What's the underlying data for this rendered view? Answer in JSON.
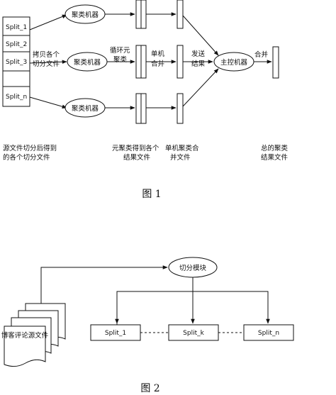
{
  "figure1": {
    "splits": [
      "Split_1",
      "Split_2",
      "Split_3",
      "Split_n"
    ],
    "copy_label_1": "拷贝各个",
    "copy_label_2": "切分文件",
    "cluster_machine": "聚类机器",
    "loop_label_1": "循环元",
    "loop_label_2": "聚类",
    "single_merge_1": "单机",
    "single_merge_2": "合并",
    "send_result_1": "发送",
    "send_result_2": "结果",
    "master_machine": "主控机器",
    "merge_label": "合并",
    "note_source_1": "源文件切分后得到",
    "note_source_2": "的各个切分文件",
    "note_meta_1": "元聚类得到各个",
    "note_meta_2": "结果文件",
    "note_single_1": "单机聚类合",
    "note_single_2": "并文件",
    "note_total_1": "总的聚类",
    "note_total_2": "结果文件",
    "caption": "图 1"
  },
  "figure2": {
    "split_module": "切分模块",
    "source_doc": "博客评论源文件",
    "split_1": "Split_1",
    "split_k": "Split_k",
    "split_n": "Split_n",
    "caption": "图 2"
  }
}
